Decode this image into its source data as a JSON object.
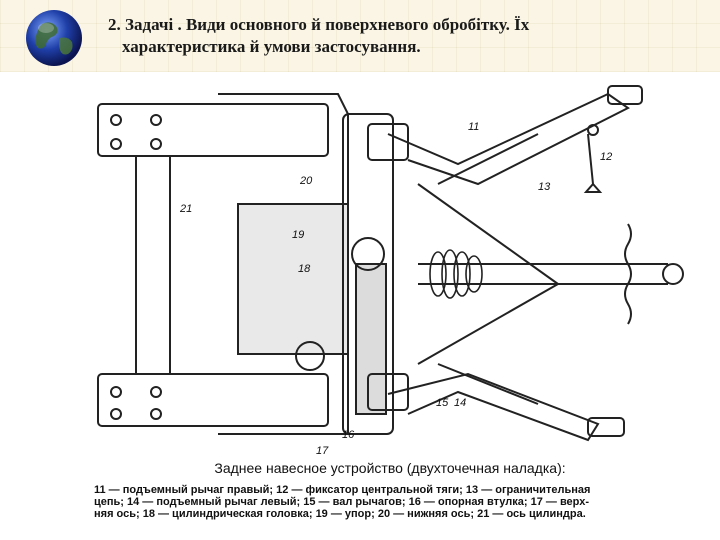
{
  "slide": {
    "title_line1": "2. Задачі . Види основного й поверхневого обробітку. Їх",
    "title_line2": "характеристика й умови застосування."
  },
  "figure": {
    "caption_title": "Заднее навесное устройство (двухточечная наладка):",
    "legend_lines": [
      "11 — подъемный рычаг правый; 12 — фиксатор центральной тяги; 13 — ограничительная",
      "цепь; 14 — подъемный рычаг левый; 15 — вал рычагов; 16 — опорная втулка; 17 — верх-",
      "няя ось; 18 — цилиндрическая головка; 19 — упор; 20 — нижняя ось; 21 — ось цилиндра."
    ],
    "part_labels": [
      "11",
      "12",
      "13",
      "14",
      "15",
      "16",
      "17",
      "18",
      "19",
      "20",
      "21"
    ]
  }
}
